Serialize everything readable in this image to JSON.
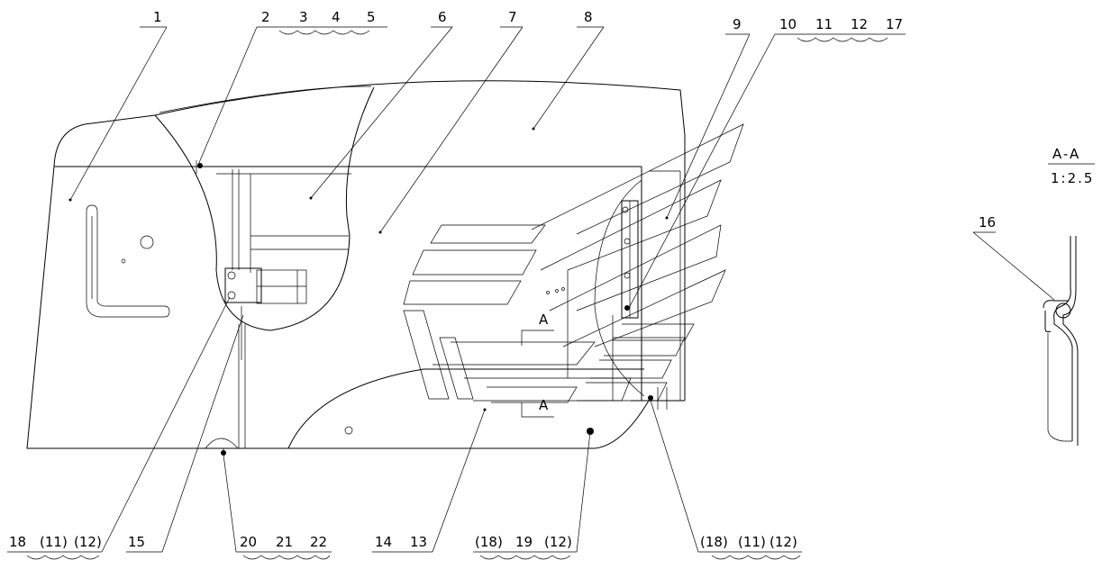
{
  "callouts_top": [
    "1",
    "2",
    "3",
    "4",
    "5",
    "6",
    "7",
    "8",
    "9",
    "10",
    "11",
    "12",
    "17"
  ],
  "callouts_bottom": [
    "18",
    "(11)",
    "(12)",
    "15",
    "20",
    "21",
    "22",
    "14",
    "13",
    "(18)",
    "19",
    "(12)",
    "(18)",
    "(11)",
    "(12)"
  ],
  "callout_right": "16",
  "section": {
    "name": "A-A",
    "scale": "1:2.5"
  },
  "section_marks": [
    "A",
    "A"
  ]
}
